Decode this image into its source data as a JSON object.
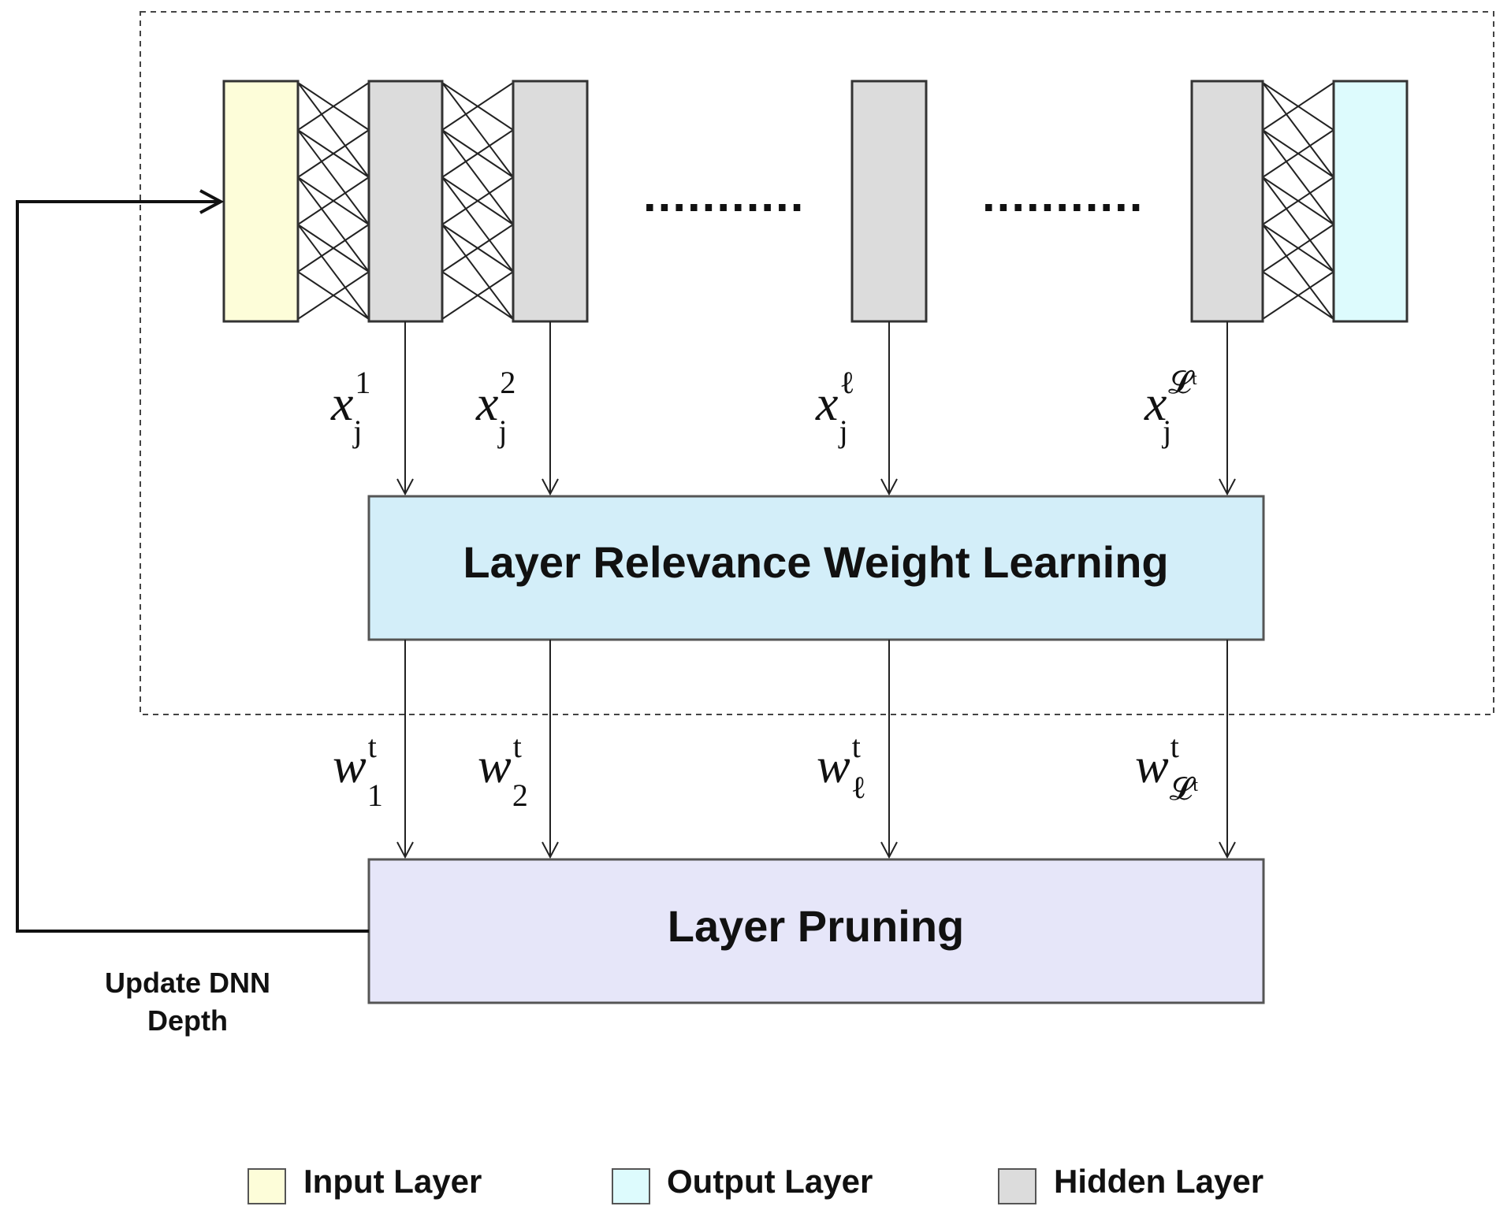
{
  "boxes": {
    "relevance": "Layer Relevance Weight Learning",
    "pruning": "Layer Pruning"
  },
  "feedback_label": [
    "Update  DNN",
    "Depth"
  ],
  "features": [
    {
      "base": "x",
      "sub": "j",
      "sup": "1"
    },
    {
      "base": "x",
      "sub": "j",
      "sup": "2"
    },
    {
      "base": "x",
      "sub": "j",
      "sup": "ℓ"
    },
    {
      "base": "x",
      "sub": "j",
      "sup": "𝓛ᵗ"
    }
  ],
  "weights": [
    {
      "base": "w",
      "sub": "1",
      "sup": "t"
    },
    {
      "base": "w",
      "sub": "2",
      "sup": "t"
    },
    {
      "base": "w",
      "sub": "ℓ",
      "sup": "t"
    },
    {
      "base": "w",
      "sub": "𝓛ᵗ",
      "sup": "t"
    }
  ],
  "ellipsis": "...........",
  "legend": [
    {
      "label": "Input Layer",
      "color": "#fdfdd9"
    },
    {
      "label": "Output Layer",
      "color": "#ddfbfd"
    },
    {
      "label": "Hidden Layer",
      "color": "#dcdcdc"
    }
  ],
  "colors": {
    "input_layer": "#fdfdd9",
    "hidden_layer": "#dcdcdc",
    "output_layer": "#ddfbfd",
    "relevance_box": "#d3eef9",
    "pruning_box": "#e6e6f9"
  }
}
